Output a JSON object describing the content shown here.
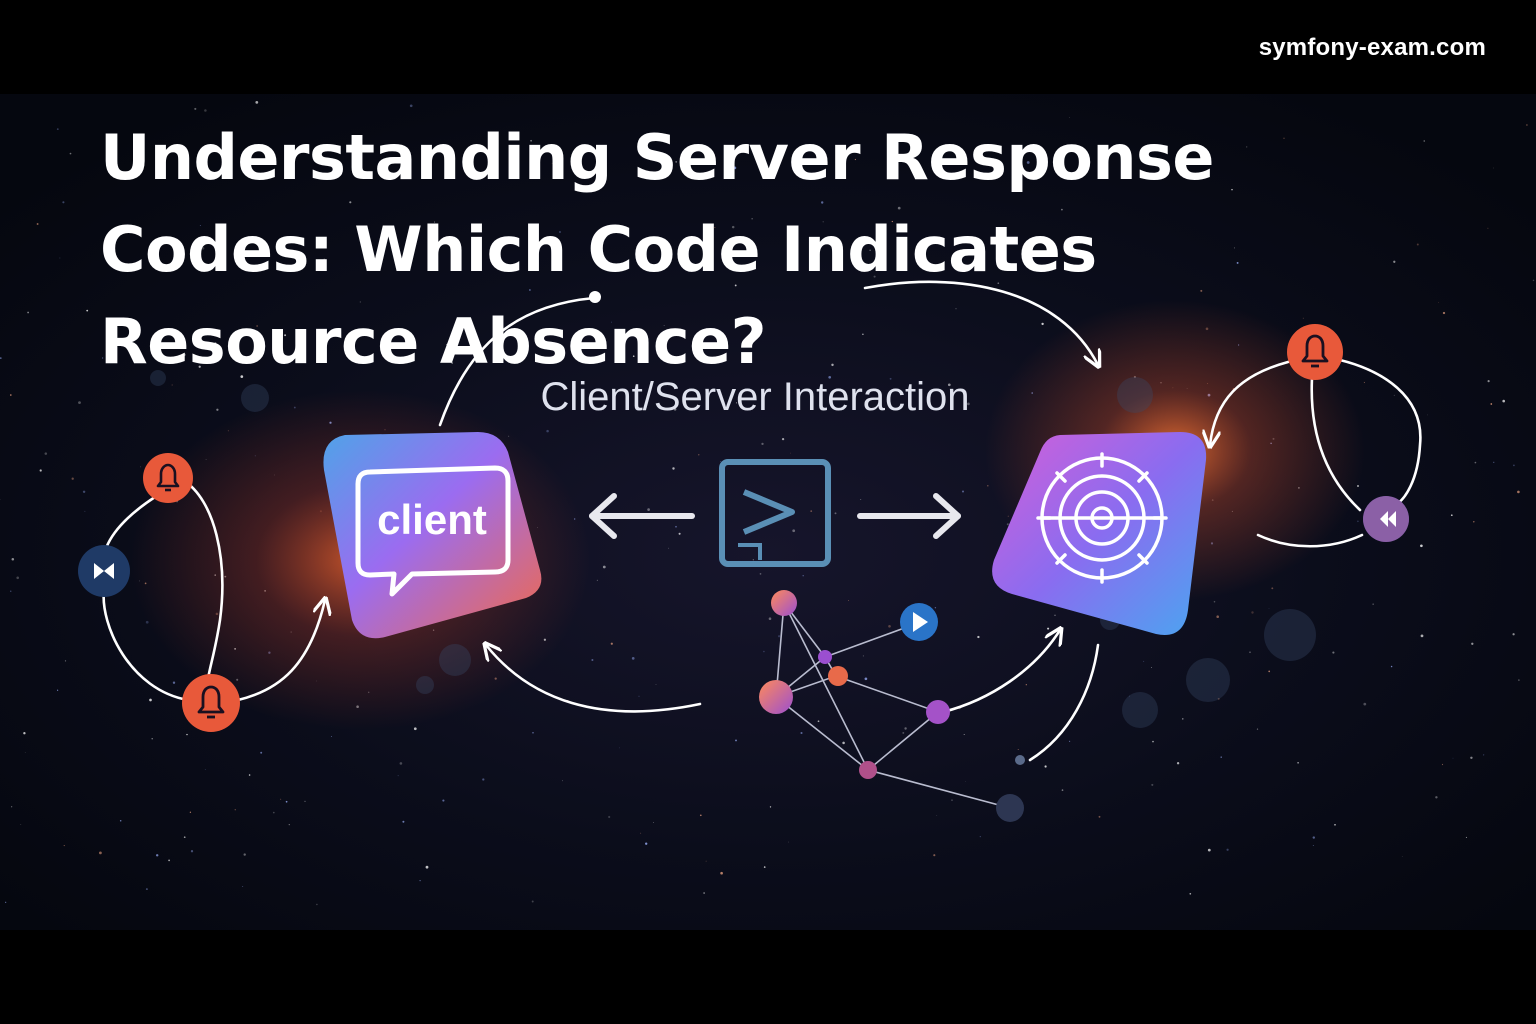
{
  "site": {
    "label": "symfony-exam.com"
  },
  "headline": {
    "lines": [
      "Understanding Server Response",
      "Codes: Which Code Indicates",
      "Resource Absence?"
    ]
  },
  "diagram": {
    "caption": "Client/Server Interaction",
    "client_label": "client"
  },
  "colors": {
    "background": "#05070f",
    "accent_orange": "#ee5a3a",
    "accent_purple": "#9b6cf0",
    "accent_blue": "#5a8ee8",
    "terminal_blue": "#5a8fb5"
  }
}
